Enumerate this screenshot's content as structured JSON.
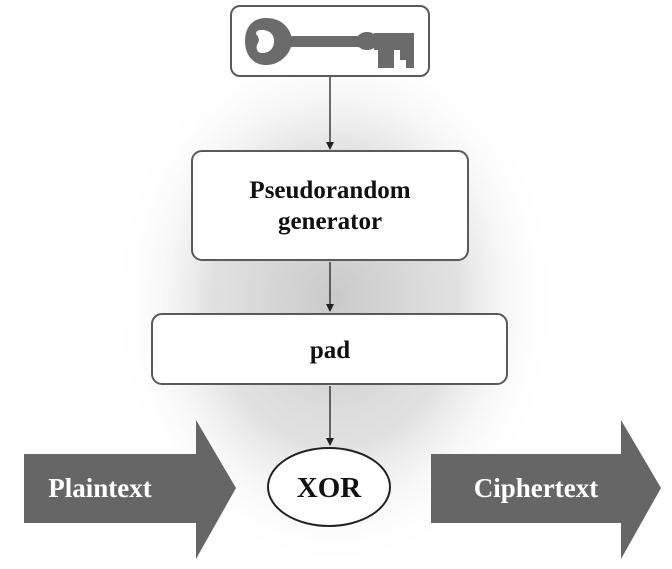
{
  "diagram": {
    "nodes": {
      "key": {
        "icon": "key-icon"
      },
      "generator": {
        "line1": "Pseudorandom",
        "line2": "generator"
      },
      "pad": {
        "label": "pad"
      },
      "xor": {
        "label": "XOR"
      }
    },
    "inputs": {
      "plaintext": "Plaintext"
    },
    "outputs": {
      "ciphertext": "Ciphertext"
    },
    "edges": [
      {
        "from": "key",
        "to": "generator"
      },
      {
        "from": "generator",
        "to": "pad"
      },
      {
        "from": "pad",
        "to": "xor"
      }
    ]
  },
  "colors": {
    "box_stroke": "#5a5a5a",
    "box_fill": "#ffffff",
    "key_fill": "#6b6b6b",
    "arrow_fill": "#666666",
    "glow_center": "#c9c9c9"
  }
}
